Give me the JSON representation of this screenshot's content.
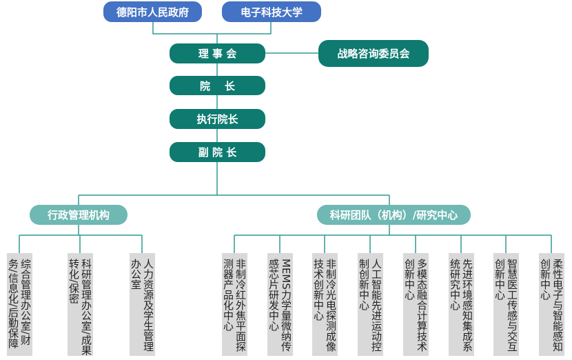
{
  "top": {
    "gov": "德阳市人民政府",
    "uni": "电子科技大学"
  },
  "board": "理 事 会",
  "advisory": "战略咨询委员会",
  "president": "院    长",
  "exec_president": "执行院长",
  "vice_president": "副 院 长",
  "admin": {
    "label": "行政管理机构",
    "units": [
      "综合管理办公室/财务/信息化/后勤保障",
      "科研管理办公室/成果转化/保密",
      "人力资源及学生管理办公室"
    ]
  },
  "research": {
    "label": "科研团队（机构）/研究中心",
    "units": [
      "非制冷红外焦平面探测器产品化中心",
      "MEMS力学量微纳传感芯片研发中心",
      "非制冷光电探测成像技术创新中心",
      "人工智能先进运动控制创新中心",
      "多模态融合计算技术创新中心",
      "先进环境感知集成系统研究中心",
      "智慧医工传感与交互创新中心",
      "柔性电子与智能感知创新中心"
    ]
  },
  "colors": {
    "blue": "#4472c4",
    "teal": "#0e7a70",
    "light_teal": "#6fb8b3",
    "line": "#2f9a90",
    "box": "#d9d9d9"
  }
}
